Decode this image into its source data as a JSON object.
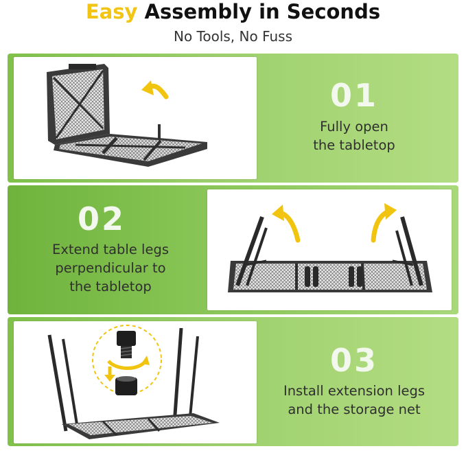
{
  "header": {
    "title_accent": "Easy",
    "title_rest": " Assembly in Seconds",
    "subtitle": "No Tools, No Fuss"
  },
  "steps": [
    {
      "number": "01",
      "line1": "Fully open",
      "line2": "the tabletop"
    },
    {
      "number": "02",
      "line1": "Extend table legs",
      "line2": "perpendicular to",
      "line3": "the tabletop"
    },
    {
      "number": "03",
      "line1": "Install extension legs",
      "line2": "and the storage net"
    }
  ],
  "colors": {
    "accent": "#f2c514",
    "panel_green": "#8cc85a",
    "arrow_yellow": "#f1c40f"
  }
}
